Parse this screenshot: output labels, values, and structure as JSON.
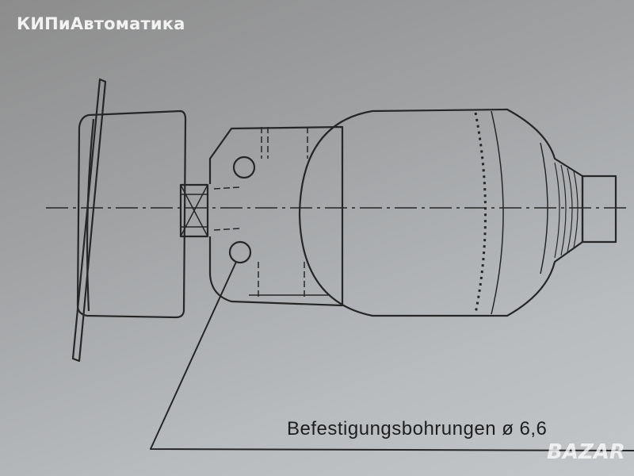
{
  "watermark_logo": "КИПиАвтоматика",
  "caption": "Befestigungsbohrungen ø 6,6",
  "corner_watermark": "BAZAR",
  "colors": {
    "line": "#262626",
    "paper": "#a8abae"
  }
}
